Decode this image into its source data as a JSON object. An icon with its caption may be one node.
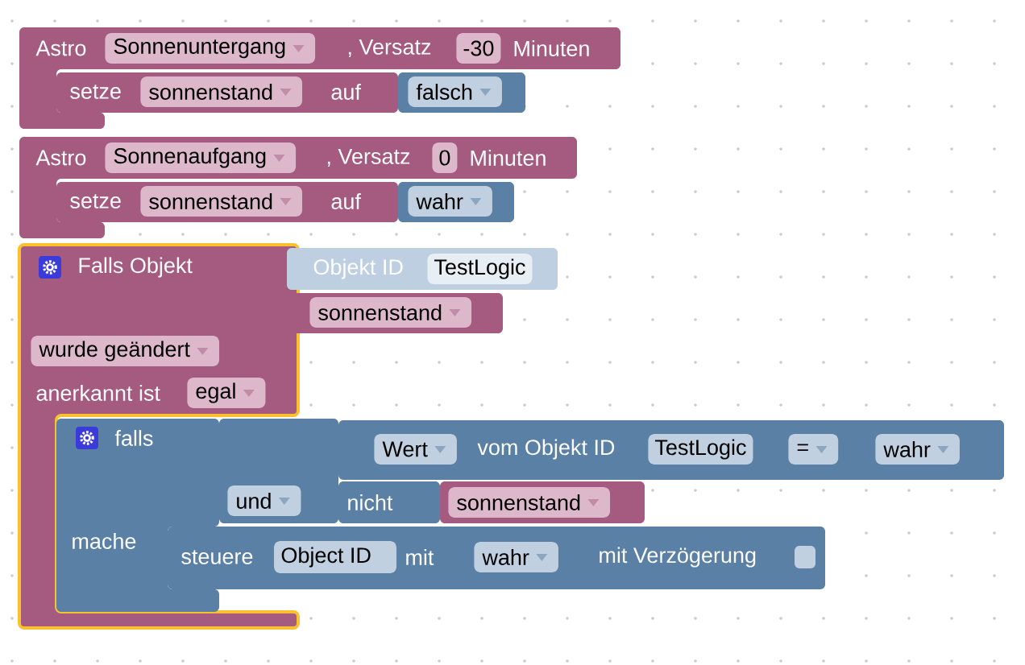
{
  "diagram": {
    "nodes": [
      {
        "text": [
          "Astro",
          "Sonnenuntergang",
          ", Versatz",
          "-30",
          "Minuten"
        ]
      },
      {
        "text": [
          "setze",
          "sonnenstand",
          "auf"
        ],
        "in": 0
      },
      {
        "text": [
          "falsch"
        ]
      },
      {
        "text": [
          "Astro",
          "Sonnenaufgang",
          ", Versatz",
          "0",
          "Minuten"
        ]
      },
      {
        "text": [
          "setze",
          "sonnenstand",
          "auf"
        ],
        "in": 3
      },
      {
        "text": [
          "wahr"
        ]
      },
      {
        "text": [
          "Falls Objekt",
          "wurde geändert",
          "anerkannt ist",
          "egal"
        ]
      },
      {
        "text": [
          "Objekt ID",
          "TestLogic"
        ]
      },
      {
        "text": [
          "sonnenstand"
        ]
      },
      {
        "text": [
          "falls",
          "mache"
        ],
        "in": 6
      },
      {
        "text": [
          "und"
        ]
      },
      {
        "text": [
          "="
        ]
      },
      {
        "text": [
          "Wert",
          "vom Objekt ID",
          "TestLogic"
        ],
        "in": 11
      },
      {
        "text": [
          "wahr"
        ],
        "in": 11
      },
      {
        "text": [
          "nicht"
        ]
      },
      {
        "text": [
          "sonnenstand"
        ]
      },
      {
        "text": [
          "steuere",
          "mit",
          "mit Verzögerung"
        ]
      },
      {
        "text": [
          "Object ID"
        ],
        "in": 16
      },
      {
        "text": [
          "wahr"
        ],
        "in": 16
      }
    ]
  }
}
